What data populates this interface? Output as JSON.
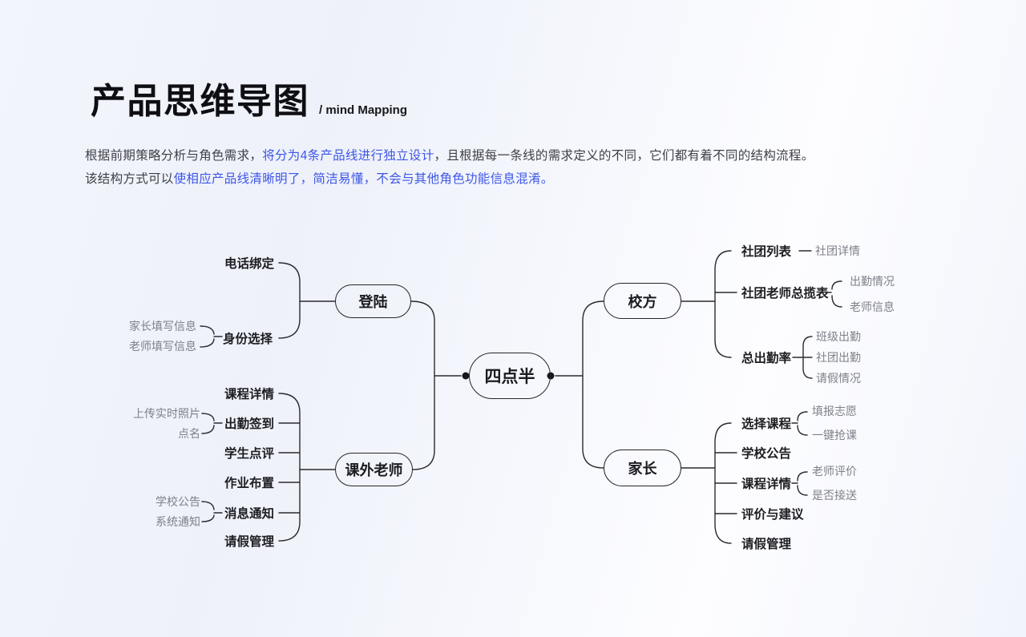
{
  "header": {
    "title": "产品思维导图",
    "subtitle": "/ mind Mapping",
    "intro": {
      "line1": [
        {
          "text": "根据前期策略分析与角色需求，",
          "color": "dark"
        },
        {
          "text": "将分为4条产品线进行独立设计",
          "color": "blue"
        },
        {
          "text": "，且根据每一条线的需求定义的不同，它们都有着不同的结构流程。",
          "color": "dark"
        }
      ],
      "line2": [
        {
          "text": "该结构方式可以",
          "color": "dark"
        },
        {
          "text": "使相应产品线清晰明了，简洁易懂，不会与其他角色功能信息混淆。",
          "color": "blue"
        }
      ]
    }
  },
  "colors": {
    "accent_blue": "#3d56e8",
    "line": "#2b2b2e",
    "label_dark": "#1d1d22",
    "label_gray": "#7f808a",
    "background_tint": "#eef1f9"
  },
  "mindmap": {
    "root": {
      "label": "四点半"
    },
    "left": [
      {
        "node": "登陆",
        "children": [
          {
            "label": "电话绑定",
            "sub": []
          },
          {
            "label": "身份选择",
            "sub": [
              "家长填写信息",
              "老师填写信息"
            ]
          }
        ]
      },
      {
        "node": "课外老师",
        "children": [
          {
            "label": "课程详情",
            "sub": []
          },
          {
            "label": "出勤签到",
            "sub": [
              "上传实时照片",
              "点名"
            ]
          },
          {
            "label": "学生点评",
            "sub": []
          },
          {
            "label": "作业布置",
            "sub": []
          },
          {
            "label": "消息通知",
            "sub": [
              "学校公告",
              "系统通知"
            ]
          },
          {
            "label": "请假管理",
            "sub": []
          }
        ]
      }
    ],
    "right": [
      {
        "node": "校方",
        "children": [
          {
            "label": "社团列表",
            "sub": [
              "社团详情"
            ]
          },
          {
            "label": "社团老师总揽表",
            "sub": [
              "出勤情况",
              "老师信息"
            ]
          },
          {
            "label": "总出勤率",
            "sub": [
              "班级出勤",
              "社团出勤",
              "请假情况"
            ]
          }
        ]
      },
      {
        "node": "家长",
        "children": [
          {
            "label": "选择课程",
            "sub": [
              "填报志愿",
              "一键抢课"
            ]
          },
          {
            "label": "学校公告",
            "sub": []
          },
          {
            "label": "课程详情",
            "sub": [
              "老师评价",
              "是否接送"
            ]
          },
          {
            "label": "评价与建议",
            "sub": []
          },
          {
            "label": "请假管理",
            "sub": []
          }
        ]
      }
    ]
  }
}
